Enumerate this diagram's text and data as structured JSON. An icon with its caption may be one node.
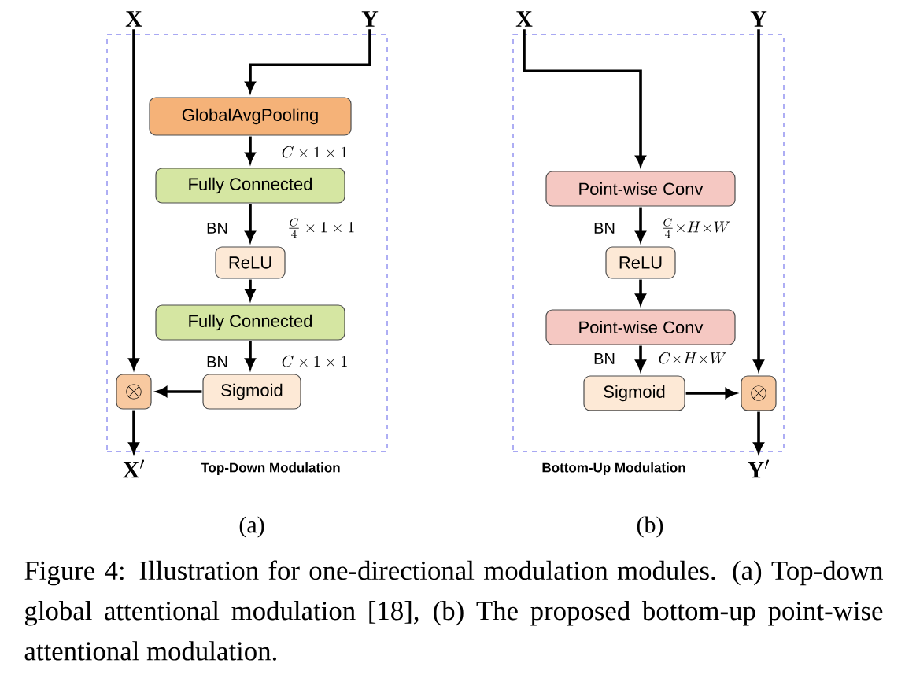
{
  "diagram": {
    "caption": "Figure 4: Illustration for one-directional modulation modules. (a) Top-down global attentional modulation [18], (b) The proposed bottom-up point-wise attentional modulation.",
    "nodes": [
      {
        "text": [
          "Top-Down Modulation"
        ]
      },
      {
        "text": [
          "\\mathbf{X}"
        ]
      },
      {
        "text": [
          "\\mathbf{Y}"
        ]
      },
      {
        "text": [
          "GlobalAvgPooling"
        ],
        "in": 0
      },
      {
        "text": [
          "Fully Connected"
        ],
        "in": 0
      },
      {
        "text": [
          "ReLU"
        ],
        "in": 0
      },
      {
        "text": [
          "Fully Connected"
        ],
        "in": 0
      },
      {
        "text": [
          "Sigmoid"
        ],
        "in": 0
      },
      {
        "text": [
          "\\otimes"
        ],
        "in": 0
      },
      {
        "text": [
          "\\mathbf{X}'"
        ]
      },
      {
        "text": [
          "Bottom-Up Modulation"
        ]
      },
      {
        "text": [
          "\\mathbf{X}"
        ]
      },
      {
        "text": [
          "\\mathbf{Y}"
        ]
      },
      {
        "text": [
          "Point-wise Conv"
        ],
        "in": 10
      },
      {
        "text": [
          "ReLU"
        ],
        "in": 10
      },
      {
        "text": [
          "Point-wise Conv"
        ],
        "in": 10
      },
      {
        "text": [
          "Sigmoid"
        ],
        "in": 10
      },
      {
        "text": [
          "\\otimes"
        ],
        "in": 10
      },
      {
        "text": [
          "\\mathbf{Y}'"
        ]
      }
    ],
    "edges": [
      {
        "from": 2,
        "to": 3,
        "arrow": "to"
      },
      {
        "from": 3,
        "to": 4,
        "arrow": "to",
        "label": "C\\times 1\\times 1"
      },
      {
        "from": 4,
        "to": 5,
        "arrow": "to",
        "label": "\\frac{C}{4}\\times 1\\times 1"
      },
      {
        "from": 5,
        "to": 6,
        "arrow": "to"
      },
      {
        "from": 6,
        "to": 7,
        "arrow": "to",
        "label": "C\\times 1\\times 1"
      },
      {
        "from": 7,
        "to": 8,
        "arrow": "to"
      },
      {
        "from": 1,
        "to": 8,
        "arrow": "to"
      },
      {
        "from": 8,
        "to": 9,
        "arrow": "to"
      },
      {
        "from": 11,
        "to": 13,
        "arrow": "to"
      },
      {
        "from": 13,
        "to": 14,
        "arrow": "to",
        "label": "\\frac{C}{4}{\\times}H{\\times}W"
      },
      {
        "from": 14,
        "to": 15,
        "arrow": "to"
      },
      {
        "from": 15,
        "to": 16,
        "arrow": "to",
        "label": "C{\\times}H{\\times}W"
      },
      {
        "from": 16,
        "to": 17,
        "arrow": "to"
      },
      {
        "from": 12,
        "to": 17,
        "arrow": "to"
      },
      {
        "from": 17,
        "to": 18,
        "arrow": "to"
      }
    ],
    "labels": [
      "BN",
      "BN",
      "BN",
      "BN",
      "(a)",
      "(b)"
    ]
  }
}
